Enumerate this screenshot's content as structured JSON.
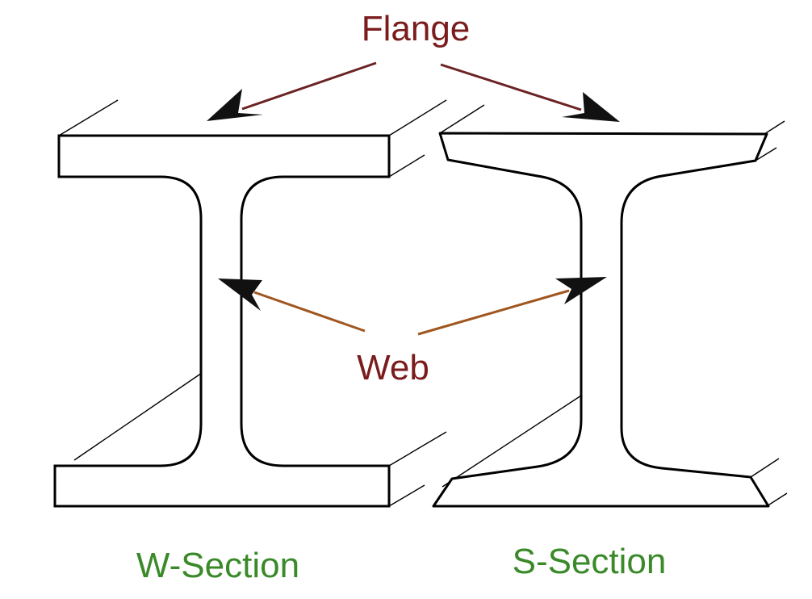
{
  "labels": {
    "flange": "Flange",
    "web": "Web",
    "w_section": "W-Section",
    "s_section": "S-Section"
  },
  "colors": {
    "background": "#ffffff",
    "outline": "#000000",
    "flange_label": "#7a1c1c",
    "flange_arrow": "#6b2323",
    "web_label": "#7a1c1c",
    "web_arrow": "#a0561f",
    "section_label": "#3a8a2a"
  }
}
